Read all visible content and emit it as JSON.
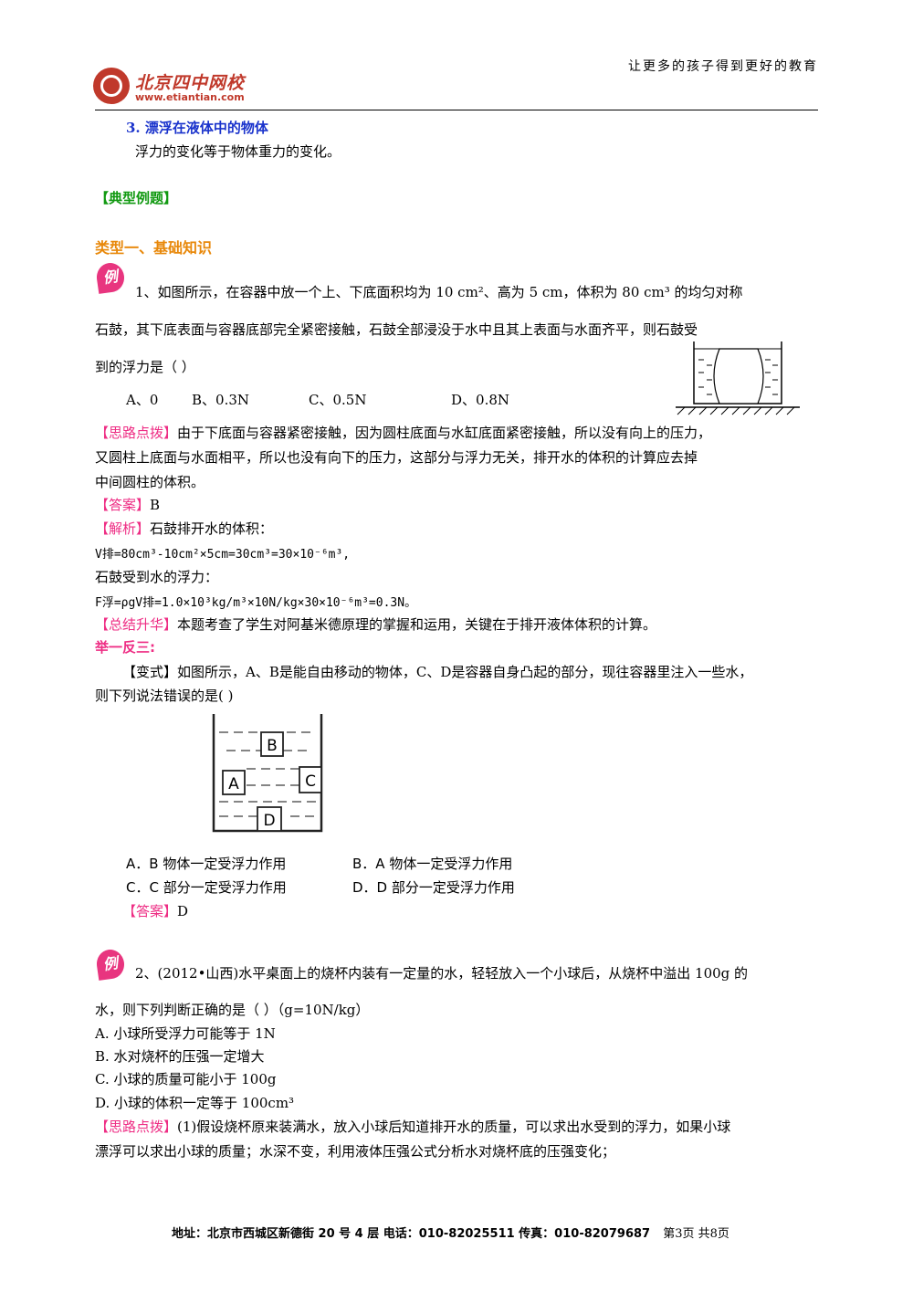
{
  "header": {
    "slogan": "让更多的孩子得到更好的教育",
    "logo_name": "北京四中网校",
    "logo_url": "www.etiantian.com"
  },
  "section3": {
    "title": "3. 漂浮在液体中的物体",
    "text": "浮力的变化等于物体重力的变化。"
  },
  "typical_examples": "【典型例题】",
  "type1": "类型一、基础知识",
  "example_badge": "例",
  "ex1": {
    "line1": "1、如图所示，在容器中放一个上、下底面积均为 10  cm²、高为 5  cm，体积为 80  cm³ 的均匀对称",
    "line2": "石鼓，其下底表面与容器底部完全紧密接触，石鼓全部浸没于水中且其上表面与水面齐平，则石鼓受",
    "line3": "到的浮力是（          ）",
    "options": [
      "A、0",
      "B、0.3N",
      "C、0.5N",
      "D、0.8N"
    ],
    "hint_label": "【思路点拨】",
    "hint_l1": "由于下底面与容器紧密接触，因为圆柱底面与水缸底面紧密接触，所以没有向上的压力，",
    "hint_l2": "又圆柱上底面与水面相平，所以也没有向下的压力，这部分与浮力无关，排开水的体积的计算应去掉",
    "hint_l3": "中间圆柱的体积。",
    "answer_label": "【答案】",
    "answer": "B",
    "analysis_label": "【解析】",
    "analysis_l1": "石鼓排开水的体积：",
    "analysis_l2": "V排=80cm³-10cm²×5cm=30cm³=30×10⁻⁶m³,",
    "analysis_l3": "石鼓受到水的浮力：",
    "analysis_l4": "F浮=ρgV排=1.0×10³kg/m³×10N/kg×30×10⁻⁶m³=0.3N。",
    "summary_label": "【总结升华】",
    "summary": "本题考查了学生对阿基米德原理的掌握和运用，关键在于排开液体体积的计算。"
  },
  "variant": {
    "heading": "举一反三:",
    "line1": "【变式】如图所示，A、B是能自由移动的物体，C、D是容器自身凸起的部分，现往容器里注入一些水，",
    "line2": "则下列说法错误的是(     )",
    "fig_labels": [
      "A",
      "B",
      "C",
      "D"
    ],
    "options": [
      "A．B 物体一定受浮力作用",
      "B．A 物体一定受浮力作用",
      "C．C 部分一定受浮力作用",
      "D．D 部分一定受浮力作用"
    ],
    "answer_label": "【答案】",
    "answer": "D"
  },
  "ex2": {
    "line1": "2、(2012•山西)水平桌面上的烧杯内装有一定量的水，轻轻放入一个小球后，从烧杯中溢出 100g 的",
    "line2": "水，则下列判断正确的是（      ）（g=10N/kg）",
    "options": [
      "A. 小球所受浮力可能等于 1N",
      "B. 水对烧杯的压强一定增大",
      "C. 小球的质量可能小于 100g",
      "D. 小球的体积一定等于 100cm³"
    ],
    "hint_label": "【思路点拨】",
    "hint_l1": "(1)假设烧杯原来装满水，放入小球后知道排开水的质量，可以求出水受到的浮力，如果小球",
    "hint_l2": "漂浮可以求出小球的质量；水深不变，利用液体压强公式分析水对烧杯底的压强变化；"
  },
  "footer": {
    "address": "地址：北京市西城区新德街 20 号 4 层  电话：010-82025511  传真：010-82079687",
    "page": "第3页  共8页"
  }
}
